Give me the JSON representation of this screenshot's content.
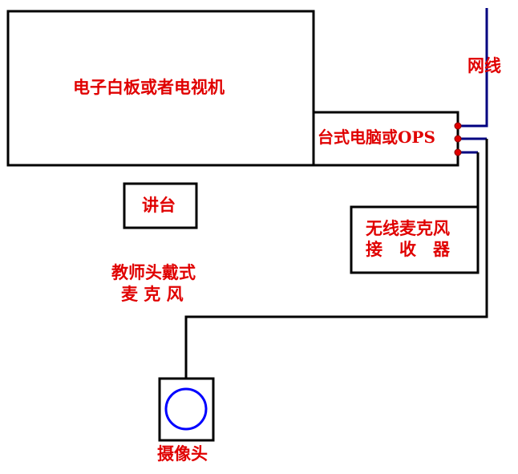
{
  "labels": {
    "tv": "电子白板或者电视机",
    "network": "网线",
    "pc": "台式电脑或OPS",
    "podium": "讲台",
    "receiver_line1": "无线麦克风",
    "receiver_line2": "接　收　器",
    "mic_line1": "教师头戴式",
    "mic_line2": "麦 克 风",
    "camera": "摄像头"
  },
  "colors": {
    "text": "#e00000",
    "cable": "#000080",
    "box": "#000000",
    "camera_lens": "#0000ff",
    "port": "#e00000"
  }
}
